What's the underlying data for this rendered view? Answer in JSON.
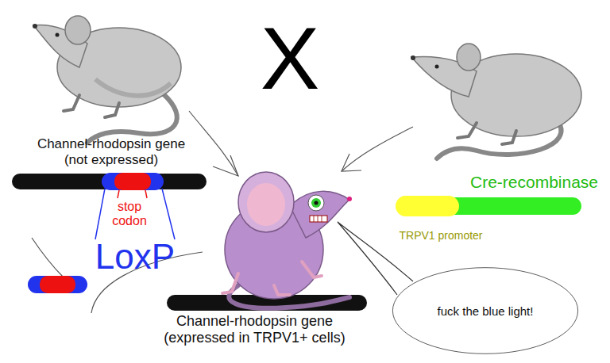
{
  "diagram": {
    "nodes": [
      {
        "text": [
          "fuck the blue light!"
        ]
      }
    ],
    "labels": [
      "Channel-rhodopsin gene (not expressed)",
      "X",
      "stop codon",
      "LoxP",
      "Cre-recombinase",
      "TRPV1 promoter",
      "Channel-rhodopsin gene (expressed in TRPV1+ cells)"
    ]
  }
}
